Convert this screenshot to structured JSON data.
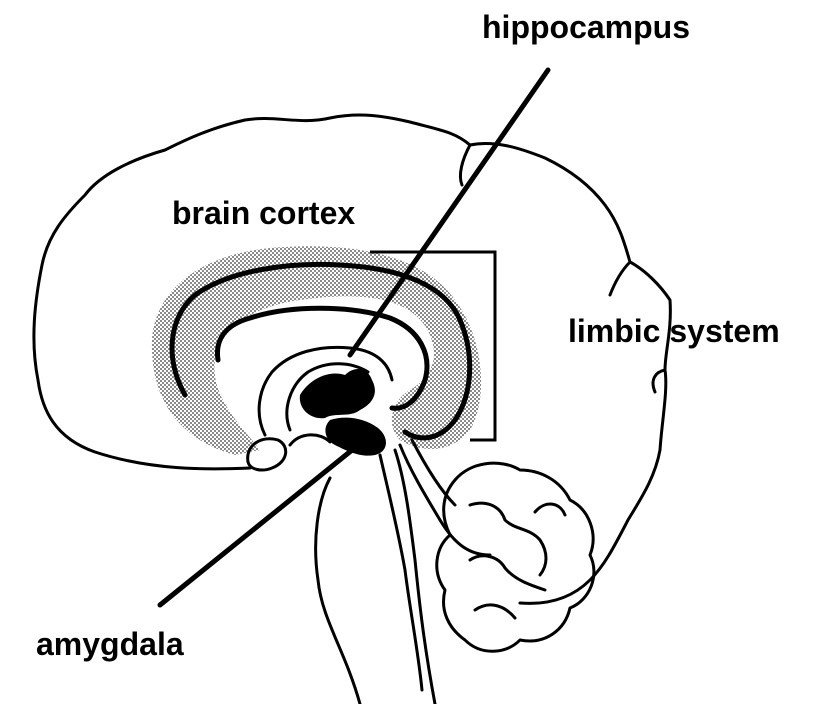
{
  "labels": {
    "hippocampus": "hippocampus",
    "brain_cortex": "brain cortex",
    "limbic_system": "limbic system",
    "amygdala": "amygdala"
  },
  "colors": {
    "ink": "#000000",
    "shading": "#a8a8a8",
    "background": "#ffffff"
  }
}
